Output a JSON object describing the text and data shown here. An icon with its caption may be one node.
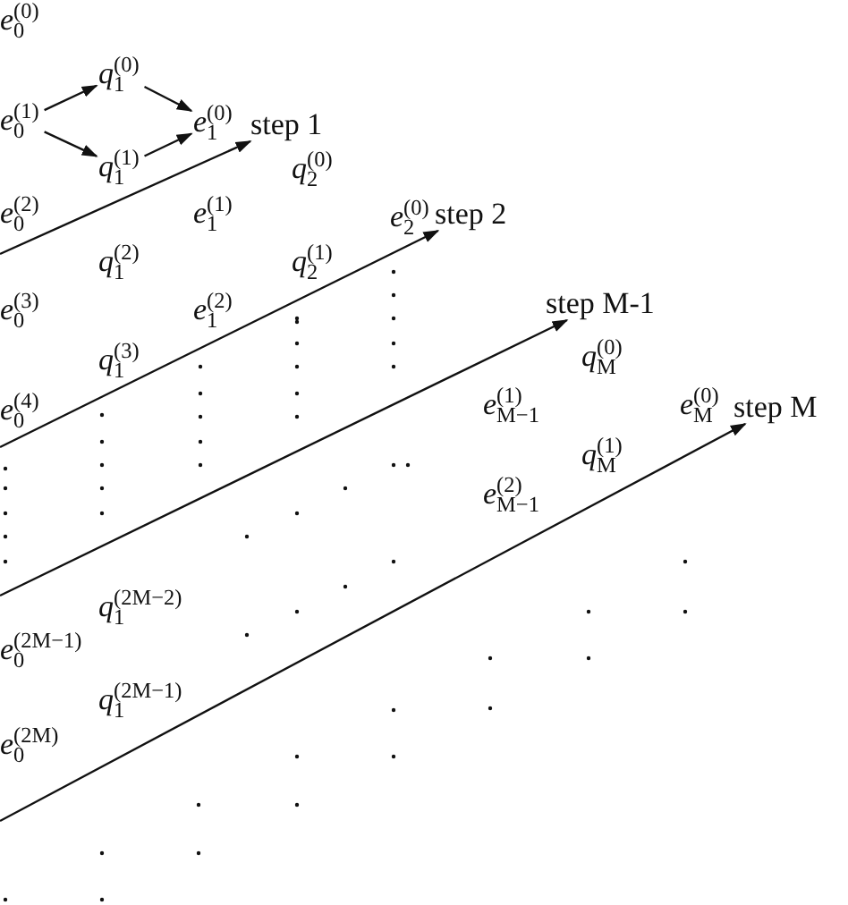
{
  "diagram": {
    "nodes": [
      {
        "text": [
          "*q*$_{1}$$^{(0)}$"
        ]
      },
      {
        "text": [
          "*e*$_{0}$$^{(1)}$"
        ]
      },
      {
        "text": [
          "*e*$_{1}$$^{(0)}$"
        ]
      },
      {
        "text": [
          "step 1"
        ]
      },
      {
        "text": [
          "*q*$_{1}$$^{(1)}$"
        ]
      },
      {
        "text": [
          "step 2"
        ]
      },
      {
        "text": [
          "step M-1"
        ]
      },
      {
        "text": [
          "step M"
        ]
      }
    ],
    "edges": [
      {
        "from": 1,
        "to": 0,
        "arrow": "to"
      },
      {
        "from": 1,
        "to": 4,
        "arrow": "to"
      },
      {
        "from": 0,
        "to": 2,
        "arrow": "to"
      },
      {
        "from": 4,
        "to": 2,
        "arrow": "to"
      },
      {
        "from": null,
        "to": 3,
        "arrow": "to"
      },
      {
        "from": null,
        "to": 5,
        "arrow": "to"
      },
      {
        "from": null,
        "to": 6,
        "arrow": "to"
      },
      {
        "from": null,
        "to": 7,
        "arrow": "to"
      }
    ],
    "labels": [
      "*e*$_{0}$$^{(0)}$",
      "*q*$_{2}$$^{(0)}$",
      "*e*$_{0}$$^{(2)}$",
      "*e*$_{1}$$^{(1)}$",
      "*e*$_{2}$$^{(0)}$",
      "*q*$_{1}$$^{(2)}$",
      "*q*$_{2}$$^{(1)}$",
      "*e*$_{0}$$^{(3)}$",
      "*e*$_{1}$$^{(2)}$",
      "*q*$_{1}$$^{(3)}$",
      "*e*$_{0}$$^{(4)}$",
      "*q*$_{M}$$^{(0)}$",
      "*e*$_{M−1}$$^{(1)}$",
      "*e*$_{M}$$^{(0)}$",
      "*q*$_{M}$$^{(1)}$",
      "*e*$_{M−1}$$^{(2)}$",
      "*q*$_{1}$$^{(2M−2)}$",
      "*e*$_{0}$$^{(2M−1)}$",
      "*q*$_{1}$$^{(2M−1)}$",
      "*e*$_{0}$$^{(2M)}$"
    ]
  }
}
